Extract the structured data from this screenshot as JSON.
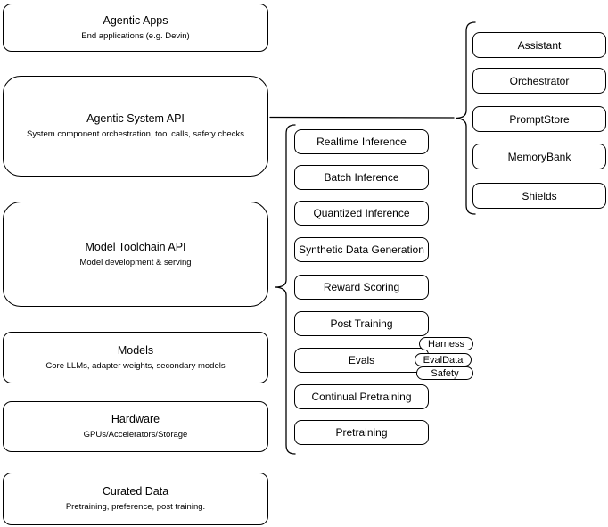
{
  "diagram": {
    "left_stack": [
      {
        "title": "Agentic Apps",
        "subtitle": "End applications (e.g. Devin)"
      },
      {
        "title": "Agentic System API",
        "subtitle": "System component orchestration, tool calls, safety checks"
      },
      {
        "title": "Model Toolchain API",
        "subtitle": "Model development & serving"
      },
      {
        "title": "Models",
        "subtitle": "Core LLMs, adapter weights, secondary models"
      },
      {
        "title": "Hardware",
        "subtitle": "GPUs/Accelerators/Storage"
      },
      {
        "title": "Curated Data",
        "subtitle": "Pretraining, preference, post training."
      }
    ],
    "toolchain_items": [
      "Realtime Inference",
      "Batch Inference",
      "Quantized Inference",
      "Synthetic Data Generation",
      "Reward Scoring",
      "Post Training",
      "Evals",
      "Continual Pretraining",
      "Pretraining"
    ],
    "eval_pills": [
      "Harness",
      "EvalData",
      "Safety"
    ],
    "system_components": [
      "Assistant",
      "Orchestrator",
      "PromptStore",
      "MemoryBank",
      "Shields"
    ],
    "colors": {
      "stroke": "#000000",
      "fill": "#ffffff",
      "background": "#ffffff"
    }
  }
}
